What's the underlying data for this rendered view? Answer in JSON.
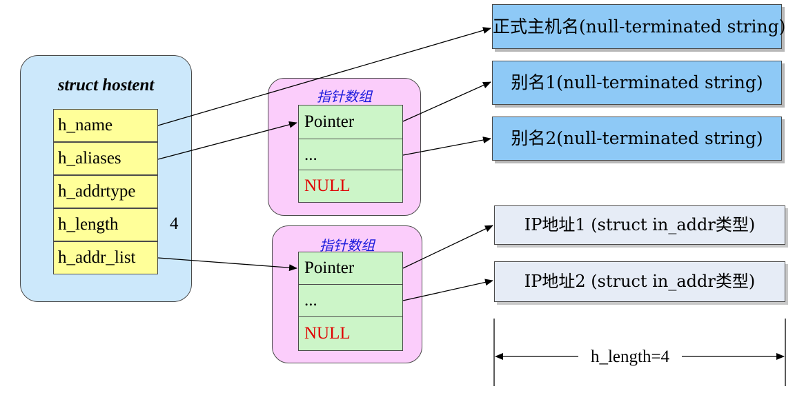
{
  "struct": {
    "title": "struct hostent",
    "fields": [
      "h_name",
      "h_aliases",
      "h_addrtype",
      "h_length",
      "h_addr_list"
    ],
    "length_value": "4"
  },
  "array_top": {
    "title": "指针数组",
    "cells": [
      "Pointer",
      "...",
      "NULL"
    ]
  },
  "array_bottom": {
    "title": "指针数组",
    "cells": [
      "Pointer",
      "...",
      "NULL"
    ]
  },
  "strings": {
    "official_name": "正式主机名(null-terminated string)",
    "alias1": "别名1(null-terminated string)",
    "alias2": "别名2(null-terminated string)"
  },
  "addresses": {
    "ip1": "IP地址1 (struct in_addr类型)",
    "ip2": "IP地址2 (struct in_addr类型)"
  },
  "dimension": {
    "label": "h_length=4"
  },
  "colors": {
    "struct_fill": "#cce8fb",
    "field_fill": "#ffff99",
    "array_fill": "#fbcdfb",
    "cell_fill": "#ccf5c8",
    "string_fill": "#8ec9f6",
    "ip_fill": "#e6ecf6",
    "null_text": "#e00000",
    "array_title_text": "#1a1adc"
  }
}
